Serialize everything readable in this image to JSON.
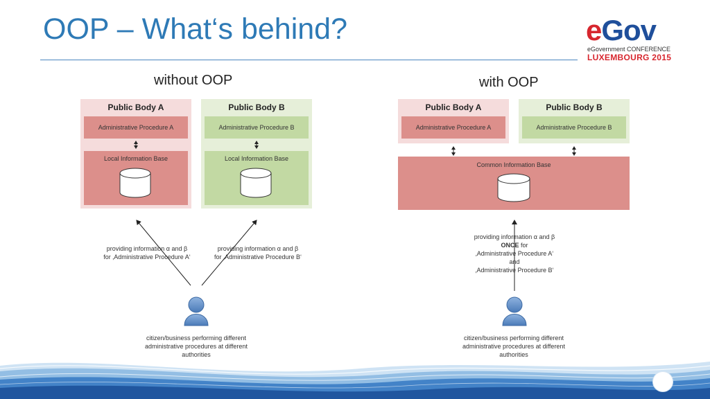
{
  "slide": {
    "title": "OOP – What‘s behind?"
  },
  "logo": {
    "word_e": "e",
    "word_gov": "Gov",
    "line1": "eGovernment CONFERENCE",
    "line2": "LUXEMBOURG 2015",
    "color_red": "#d7262e",
    "color_blue": "#1f4f9b"
  },
  "left": {
    "label": "without OOP",
    "body_a": {
      "title": "Public Body A",
      "procedure": "Administrative Procedure A",
      "info_base": "Local Information Base"
    },
    "body_b": {
      "title": "Public Body B",
      "procedure": "Administrative Procedure B",
      "info_base": "Local Information Base"
    },
    "note_a": {
      "line1": "providing information α and β",
      "line2": "for ‚Administrative Procedure A‘"
    },
    "note_b": {
      "line1": "providing information α and β",
      "line2": "for ‚Administrative Procedure B‘"
    },
    "citizen": {
      "line1": "citizen/business performing different",
      "line2": "administrative procedures at different",
      "line3": "authorities"
    }
  },
  "right": {
    "label": "with OOP",
    "body_a": {
      "title": "Public Body A",
      "procedure": "Administrative Procedure A"
    },
    "body_b": {
      "title": "Public Body B",
      "procedure": "Administrative Procedure B"
    },
    "common_base": "Common Information Base",
    "note": {
      "line1": "providing information α and β",
      "line2": "ONCE",
      "line2b": " for",
      "line3": "‚Administrative Procedure A‘",
      "line4": "and",
      "line5": "‚Administrative Procedure B‘"
    },
    "citizen": {
      "line1": "citizen/business performing different",
      "line2": "administrative procedures at different",
      "line3": "authorities"
    }
  },
  "colors": {
    "pink_box": "#f5dcdc",
    "pink_inner": "#dc8f8b",
    "green_box": "#e6efd9",
    "green_inner": "#c2d9a3",
    "title_blue": "#2e7ab6"
  }
}
